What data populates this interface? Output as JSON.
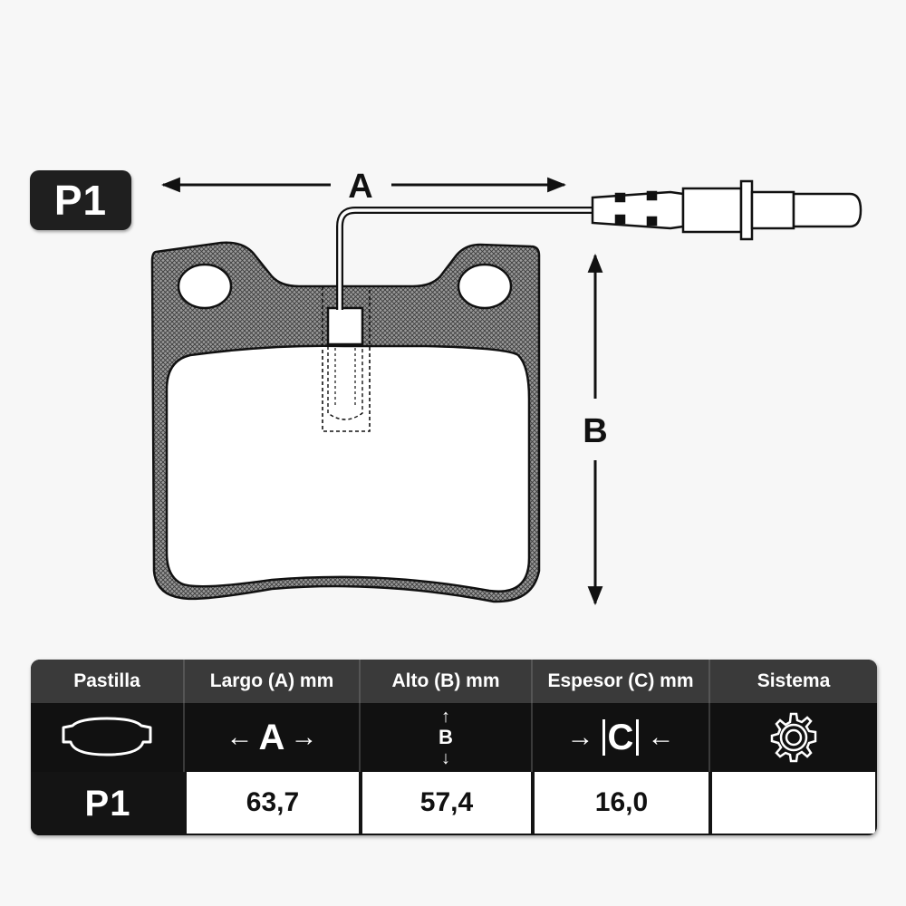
{
  "badge": {
    "label": "P1"
  },
  "diagram": {
    "dim_a_label": "A",
    "dim_b_label": "B"
  },
  "table": {
    "headers": [
      "Pastilla",
      "Largo (A) mm",
      "Alto (B) mm",
      "Espesor (C) mm",
      "Sistema"
    ],
    "icons": {
      "largo_label": "A",
      "alto_label": "B",
      "espesor_label": "C"
    },
    "row": {
      "pastilla": "P1",
      "largo": "63,7",
      "alto": "57,4",
      "espesor": "16,0",
      "sistema": ""
    }
  },
  "colors": {
    "background": "#f7f7f7",
    "dark": "#141414",
    "header": "#3a3a3a",
    "line": "#111111"
  }
}
